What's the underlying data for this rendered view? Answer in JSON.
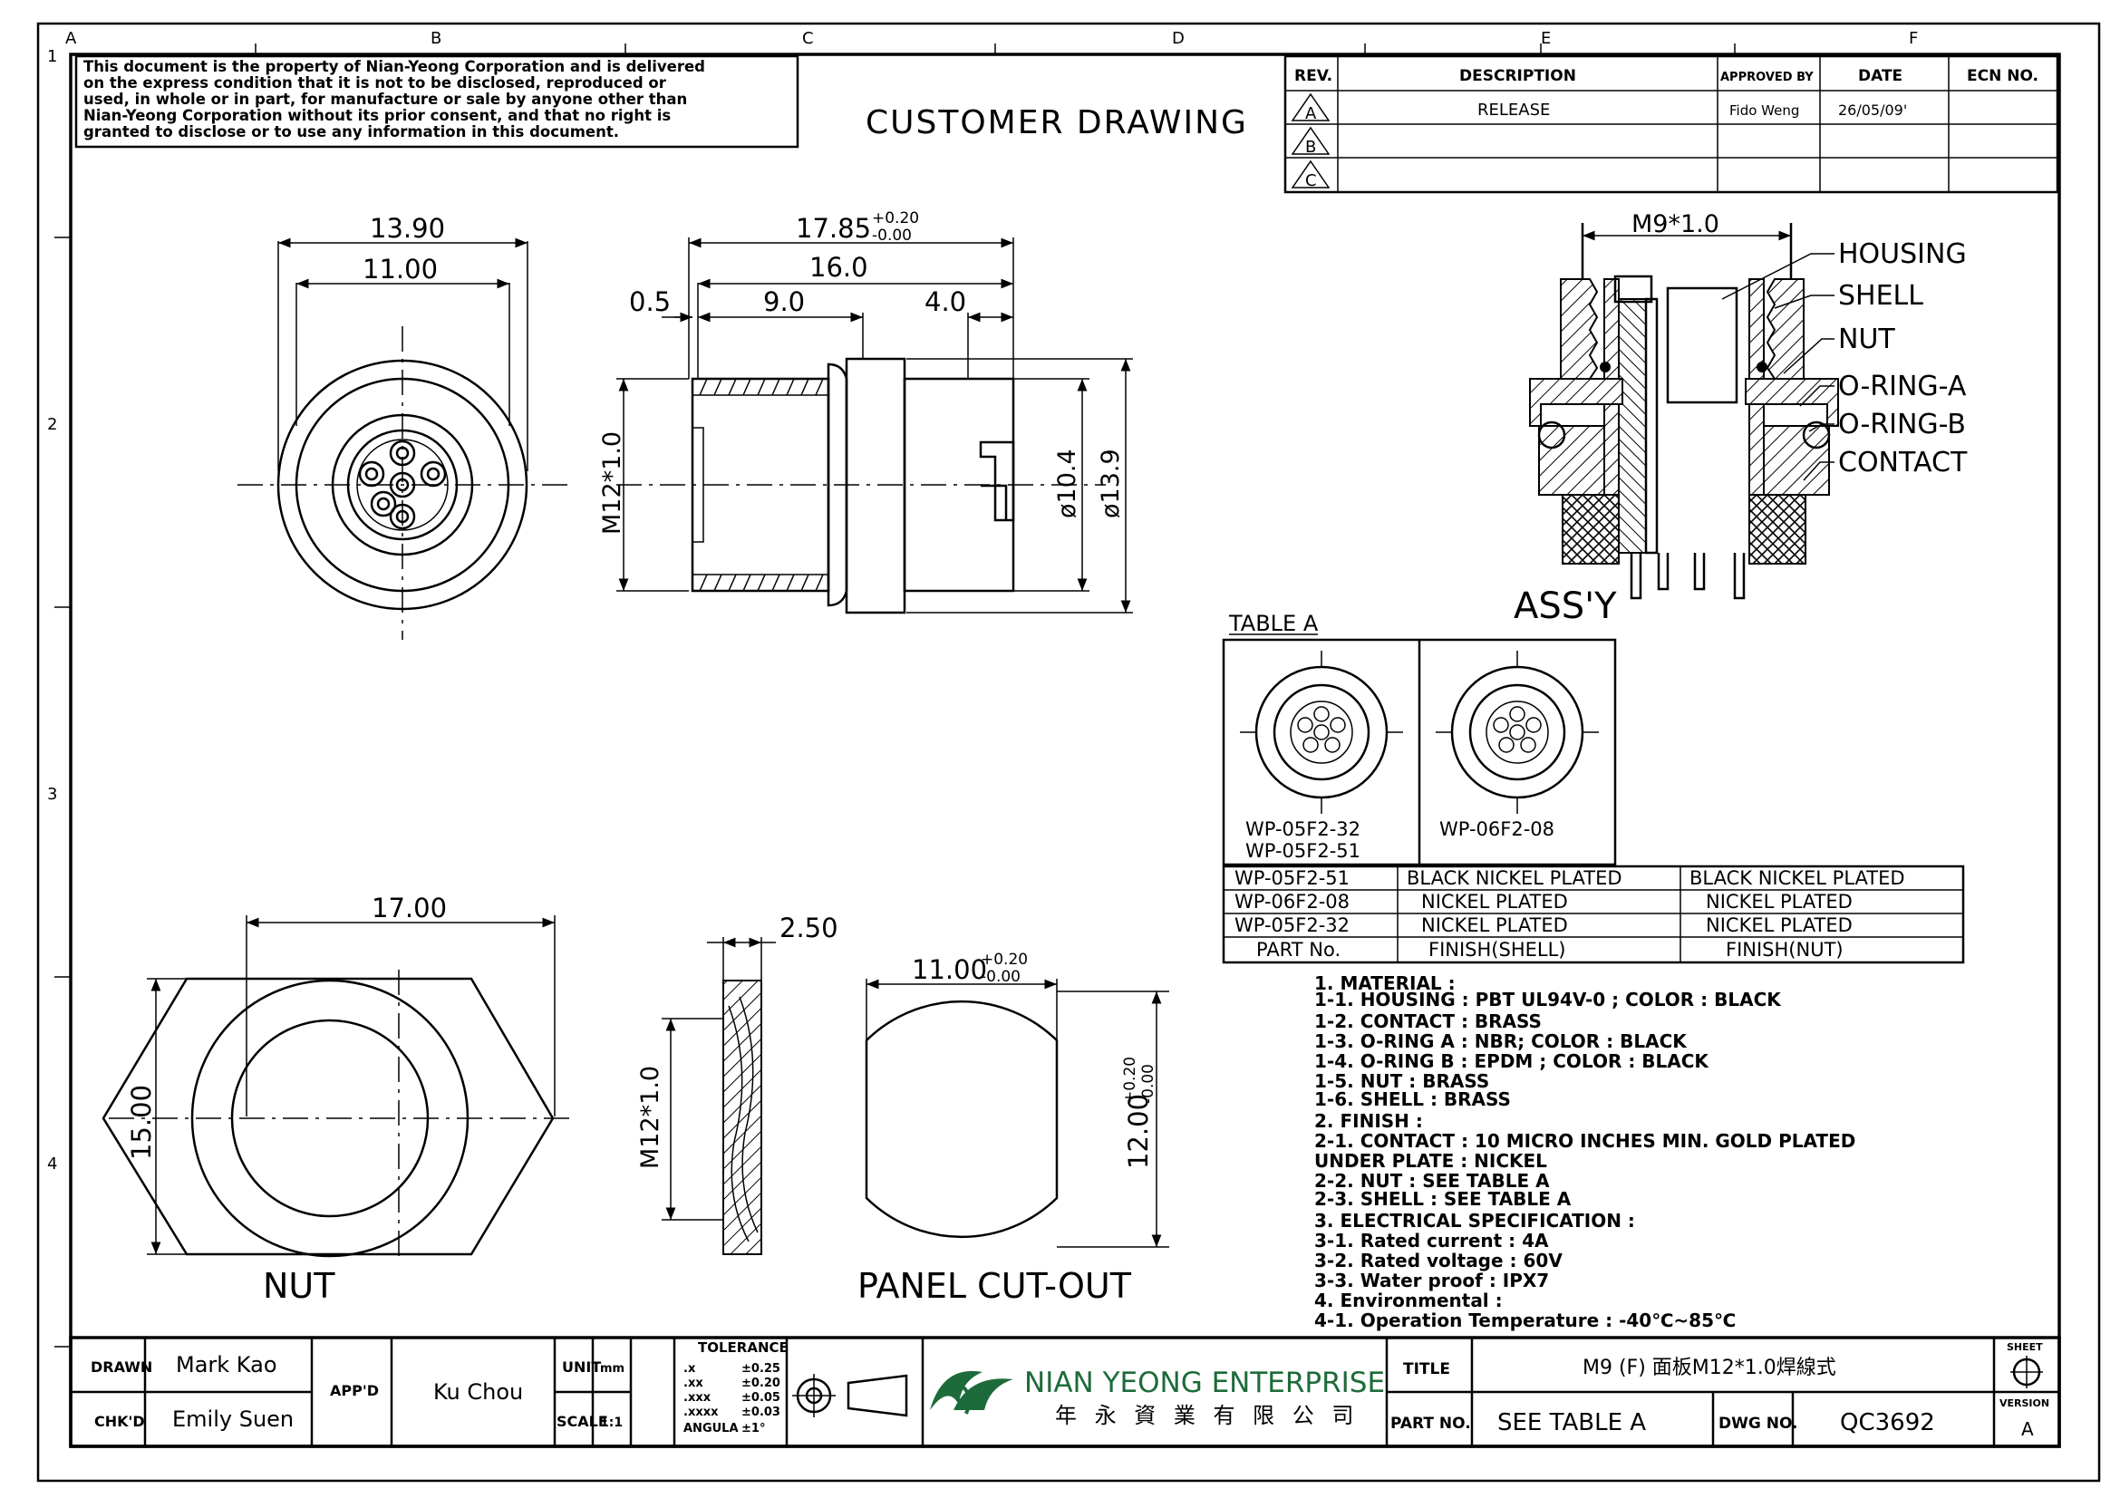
{
  "border": {
    "cols": [
      "A",
      "B",
      "C",
      "D",
      "E",
      "F"
    ],
    "rows": [
      "1",
      "2",
      "3",
      "4"
    ]
  },
  "notice": [
    "This document is the property of Nian-Yeong Corporation and is delivered",
    "on  the  express condition that it is not to be disclosed, reproduced or",
    "used, in whole or in part, for manufacture or sale by anyone other than",
    "Nian-Yeong Corporation without  its prior consent, and that  no right  is",
    "granted to disclose or to use any information in this  document."
  ],
  "header_title": "CUSTOMER  DRAWING",
  "revision_table": {
    "headers": [
      "REV.",
      "DESCRIPTION",
      "APPROVED BY",
      "DATE",
      "ECN NO."
    ],
    "rows": [
      {
        "rev": "A",
        "description": "RELEASE",
        "approved_by": "Fido Weng",
        "date": "26/05/09'",
        "ecn": ""
      },
      {
        "rev": "B",
        "description": "",
        "approved_by": "",
        "date": "",
        "ecn": ""
      },
      {
        "rev": "C",
        "description": "",
        "approved_by": "",
        "date": "",
        "ecn": ""
      }
    ]
  },
  "front_view": {
    "dim_outer": "13.90",
    "dim_inner": "11.00"
  },
  "side_view": {
    "dim_total": "17.85",
    "tol_upper": "+0.20",
    "tol_lower": "-0.00",
    "dim_16": "16.0",
    "dim_05": "0.5",
    "dim_9": "9.0",
    "dim_4": "4.0",
    "thread": "M12*1.0",
    "dia_104": "ø10.4",
    "dia_139": "ø13.9"
  },
  "assembly": {
    "thread": "M9*1.0",
    "caption": "ASS'Y",
    "callouts": [
      "HOUSING",
      "SHELL",
      "NUT",
      "O-RING-A",
      "O-RING-B",
      "CONTACT"
    ]
  },
  "table_a": {
    "title": "TABLE A",
    "pic_labels": [
      [
        "WP-05F2-32",
        "WP-05F2-51"
      ],
      [
        "WP-06F2-08"
      ]
    ],
    "rows": [
      [
        "WP-05F2-51",
        "BLACK  NICKEL  PLATED",
        "BLACK  NICKEL  PLATED"
      ],
      [
        "WP-06F2-08",
        "NICKEL  PLATED",
        "NICKEL  PLATED"
      ],
      [
        "WP-05F2-32",
        "NICKEL  PLATED",
        "NICKEL  PLATED"
      ],
      [
        "PART  No.",
        "FINISH(SHELL)",
        "FINISH(NUT)"
      ]
    ]
  },
  "nut_view": {
    "dim_width": "17.00",
    "dim_height": "15.00",
    "caption": "NUT"
  },
  "nut_section": {
    "dim_thickness": "2.50",
    "thread": "M12*1.0"
  },
  "cutout": {
    "dim_width": "11.00",
    "w_tol_upper": "+0.20",
    "w_tol_lower": "-0.00",
    "dim_height": "12.00",
    "h_tol_upper": "+0.20",
    "h_tol_lower": "-0.00",
    "caption": "PANEL  CUT-OUT"
  },
  "notes": [
    "1.  MATERIAL  :",
    "    1-1.  HOUSING  :  PBT  UL94V-0  ;  COLOR  :  BLACK",
    "    1-2.  CONTACT  :  BRASS",
    "    1-3.  O-RING  A  :  NBR;  COLOR  :  BLACK",
    "    1-4.  O-RING  B  :  EPDM  ;  COLOR  :  BLACK",
    "    1-5.  NUT  :  BRASS",
    "    1-6.  SHELL  :  BRASS",
    "2.  FINISH  :",
    "    2-1.  CONTACT  :  10  MICRO  INCHES  MIN.  GOLD  PLATED",
    "            UNDER  PLATE  :  NICKEL",
    "    2-2.  NUT  :  SEE  TABLE  A",
    "    2-3.  SHELL  :  SEE  TABLE  A",
    "3.  ELECTRICAL  SPECIFICATION  :",
    "    3-1.  Rated  current  :  4A",
    "    3-2.  Rated  voltage  :  60V",
    "    3-3.  Water  proof  :  IPX7",
    "4.  Environmental  :",
    "    4-1.  Operation  Temperature  :  -40℃~85℃"
  ],
  "title_block": {
    "drawn_label": "DRAWN",
    "drawn": "Mark Kao",
    "chkd_label": "CHK'D",
    "chkd": "Emily Suen",
    "appd_label": "APP'D",
    "appd": "Ku Chou",
    "unit_label": "UNIT",
    "unit": "mm",
    "scale_label": "SCALE",
    "scale": "1:1",
    "tolerance_label": "TOLERANCE",
    "tolerances": [
      [
        ".x",
        "±0.25"
      ],
      [
        ".xx",
        "±0.20"
      ],
      [
        ".xxx",
        "±0.05"
      ],
      [
        ".xxxx",
        "±0.03"
      ],
      [
        "ANGULA",
        "±1°"
      ]
    ],
    "company": "NIAN YEONG ENTERPRISE",
    "company_cn": "年 永 資 業 有 限 公 司",
    "title_label": "TITLE",
    "title": "M9  (F)  面板M12*1.0焊線式",
    "part_label": "PART NO.",
    "part": "SEE  TABLE  A",
    "dwg_label": "DWG NO.",
    "dwg": "QC3692",
    "sheet_label": "SHEET",
    "version_label": "VERSION",
    "version": "A",
    "brand_color": "#1d6b3a"
  }
}
